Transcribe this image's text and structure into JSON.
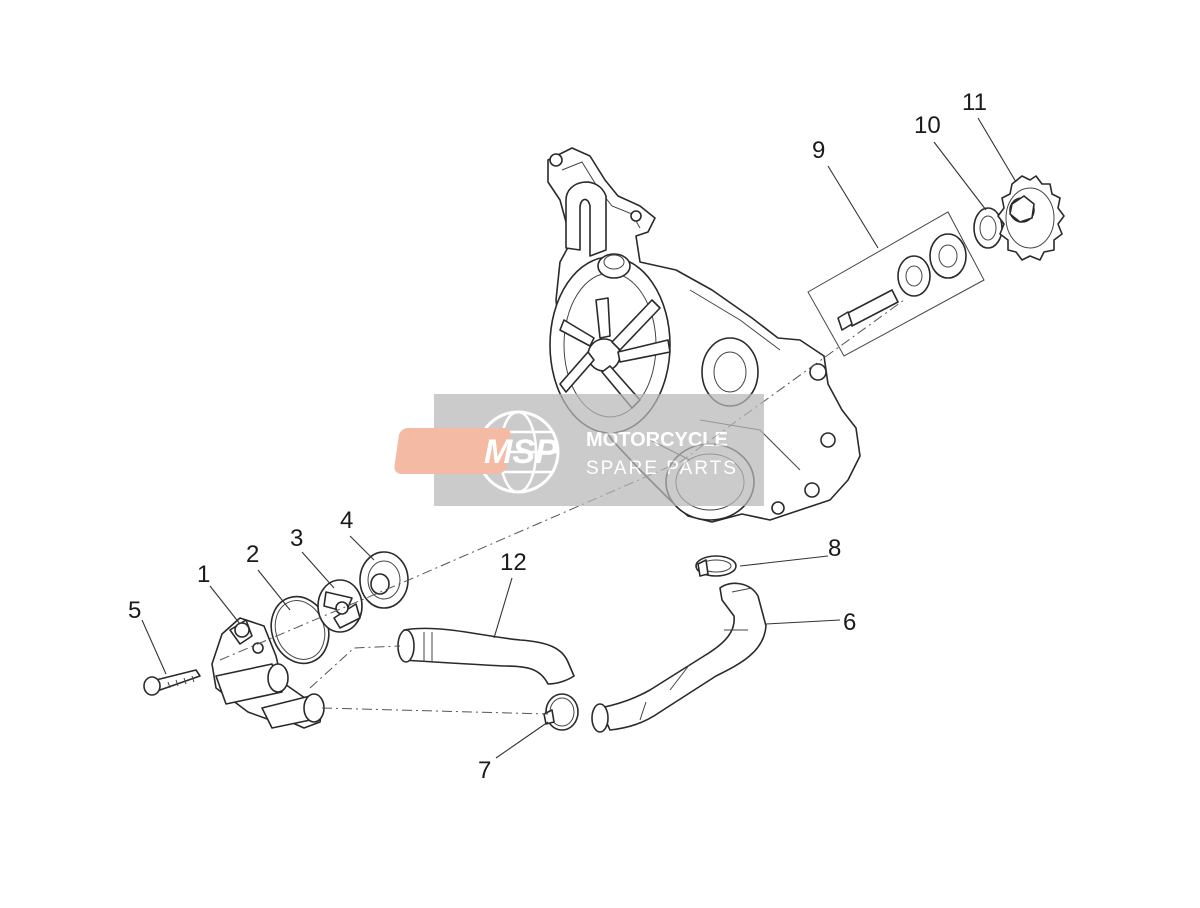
{
  "diagram": {
    "callouts": [
      "1",
      "2",
      "3",
      "4",
      "5",
      "6",
      "7",
      "8",
      "9",
      "10",
      "11",
      "12"
    ]
  },
  "watermark": {
    "logo_text": "MSP",
    "line1": "MOTORCYCLE",
    "line2": "SPARE PARTS",
    "colors": {
      "badge": "#f0a080",
      "panel": "#b8b8b8",
      "text": "#ffffff"
    }
  }
}
